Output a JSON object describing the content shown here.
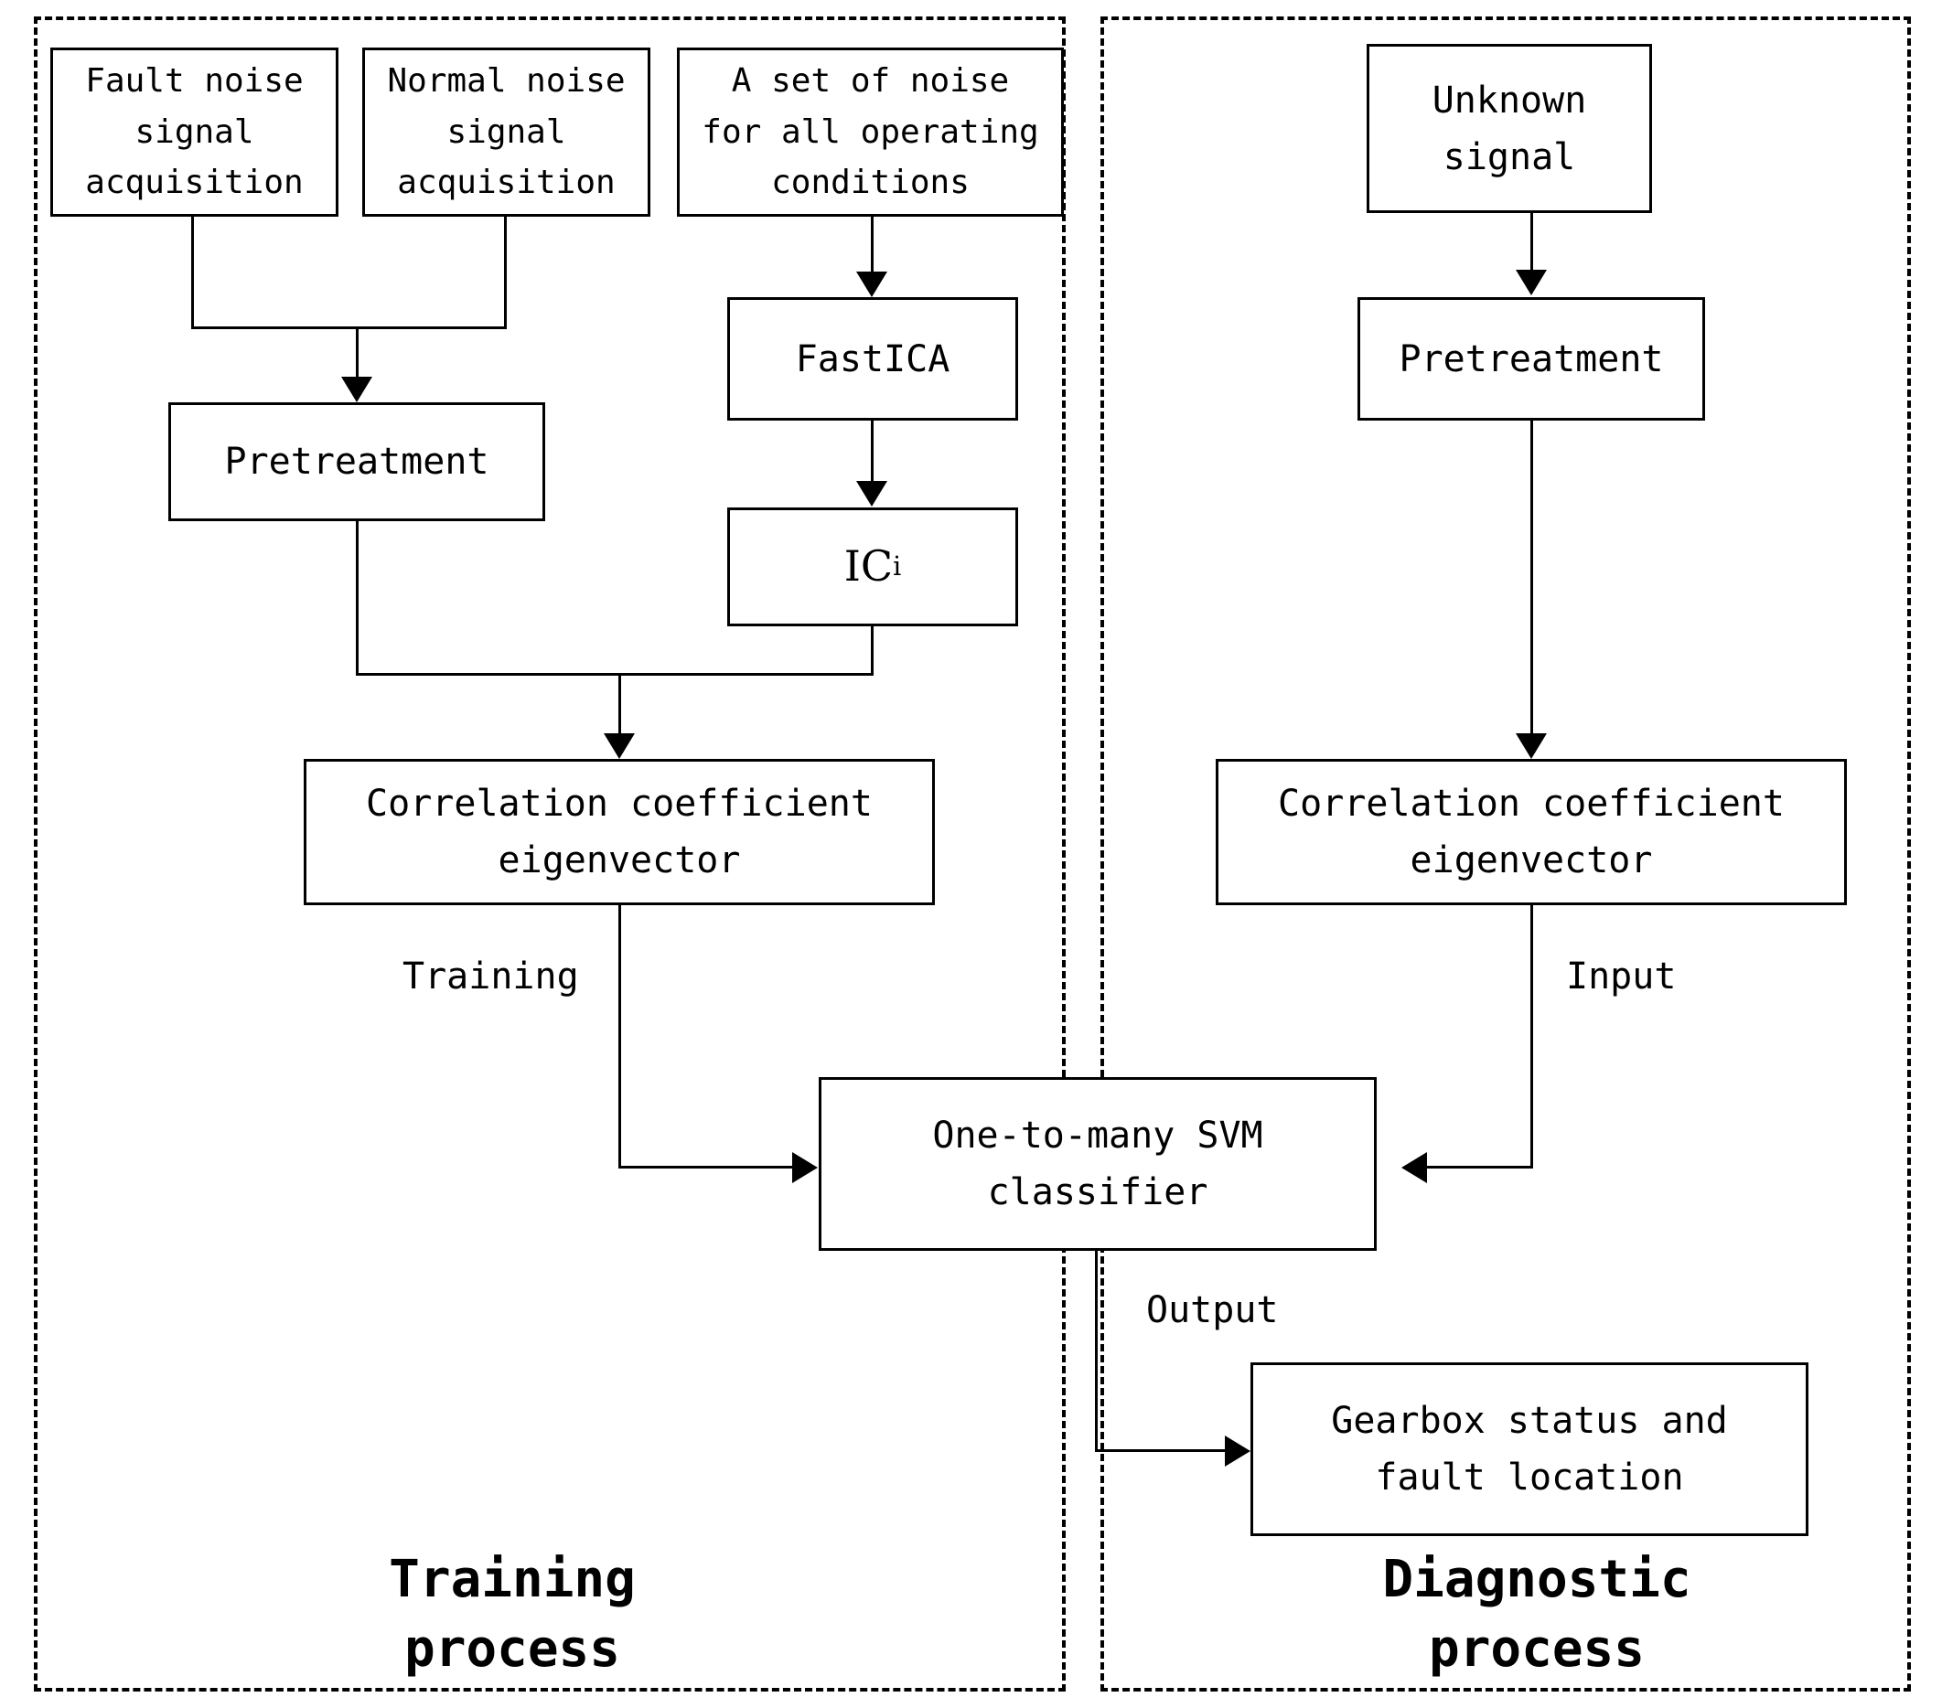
{
  "panels": {
    "training": {
      "title": "Training\nprocess"
    },
    "diagnostic": {
      "title": "Diagnostic\nprocess"
    }
  },
  "nodes": {
    "fault_noise": "Fault noise\nsignal\nacquisition",
    "normal_noise": "Normal noise\nsignal\nacquisition",
    "noise_set": "A set of noise\nfor all operating\nconditions",
    "pretreatment_left": "Pretreatment",
    "fastica": "FastICA",
    "ic_main": "IC",
    "ic_sub": "i",
    "correlation_left": "Correlation coefficient\neigenvector",
    "svm": "One-to-many SVM\nclassifier",
    "unknown_signal": "Unknown\nsignal",
    "pretreatment_right": "Pretreatment",
    "correlation_right": "Correlation coefficient\neigenvector",
    "gearbox": "Gearbox status and\nfault location"
  },
  "edge_labels": {
    "training": "Training",
    "input": "Input",
    "output": "Output"
  },
  "colors": {
    "stroke": "#000000",
    "background": "#ffffff",
    "text": "#000000"
  }
}
